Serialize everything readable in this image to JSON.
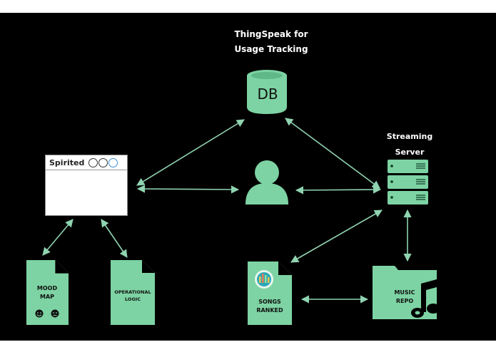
{
  "diagram": {
    "title_lines": [
      "ThingSpeak for",
      "Usage Tracking"
    ],
    "db_label": "DB",
    "server_title_lines": [
      "Streaming",
      "Server"
    ],
    "browser_title": "Spirited",
    "mood_map_lines": [
      "MOOD",
      "MAP"
    ],
    "operational_logic_lines": [
      "OPERATIONAL",
      "LOGIC"
    ],
    "songs_ranked_lines": [
      "SONGS",
      "RANKED"
    ],
    "music_repo_lines": [
      "MUSIC",
      "REPO"
    ]
  },
  "colors": {
    "background": "#000000",
    "shape_fill": "#7dd3a3",
    "arrow": "#8fd3b0",
    "text": "#ffffff"
  },
  "icons": [
    "database-icon",
    "user-icon",
    "server-rack-icon",
    "document-icon",
    "folder-icon",
    "music-note-icon",
    "smiley-icon",
    "equalizer-icon"
  ]
}
